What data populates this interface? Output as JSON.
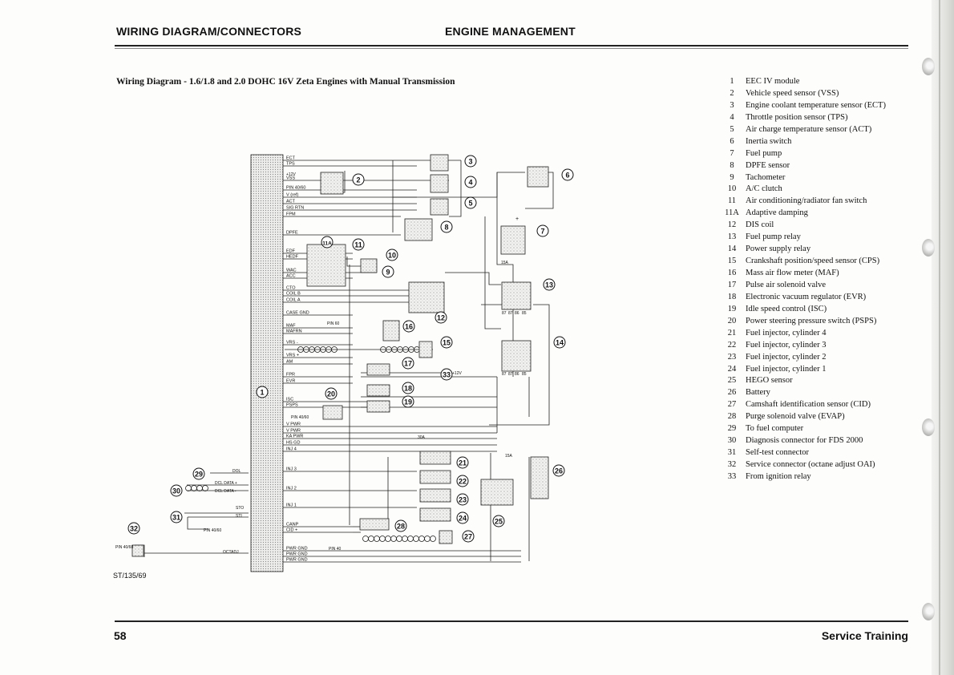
{
  "header": {
    "left": "WIRING DIAGRAM/CONNECTORS",
    "right": "ENGINE MANAGEMENT"
  },
  "diagram": {
    "title": "Wiring Diagram - 1.6/1.8 and 2.0 DOHC 16V Zeta Engines with Manual Transmission",
    "reference": "ST/135/69",
    "signal_labels": [
      "ECT",
      "TPS",
      "VSS",
      "+12V",
      "PIN 40/60",
      "V (ref)",
      "ACT",
      "SIG RTN",
      "FPM",
      "DPFE",
      "EDF",
      "HEDF",
      "WAC",
      "ACC",
      "CTO",
      "COIL B",
      "COIL A",
      "CASE GND",
      "PIN 60",
      "MAF",
      "MAFRN",
      "VRS -",
      "VRS +",
      "AM",
      "FPR",
      "EVR",
      "ISC",
      "PSPS",
      "PIN 40/60",
      "V PWR",
      "V PWR",
      "KA PWR",
      "HS GD",
      "INJ 4",
      "INJ 3",
      "INJ 2",
      "INJ 1",
      "CANP",
      "CID +",
      "PIN 40",
      "PWR GND",
      "PWR GND",
      "PWR GND",
      "DOL",
      "DCL DATA +",
      "DCL DATA -",
      "STO",
      "STI",
      "PIN 40/60",
      "OCTADJ",
      "PIN 40/60",
      "+12V",
      "15A",
      "15A",
      "30A",
      "87",
      "87",
      "86",
      "85",
      "87",
      "87",
      "86",
      "85",
      "+"
    ],
    "callouts": [
      "1",
      "2",
      "3",
      "4",
      "5",
      "6",
      "7",
      "8",
      "9",
      "10",
      "11",
      "11A",
      "12",
      "13",
      "14",
      "15",
      "16",
      "17",
      "18",
      "19",
      "20",
      "21",
      "22",
      "23",
      "24",
      "25",
      "26",
      "27",
      "28",
      "29",
      "30",
      "31",
      "32",
      "33"
    ]
  },
  "legend": [
    {
      "num": "1",
      "label": "EEC IV module"
    },
    {
      "num": "2",
      "label": "Vehicle speed sensor (VSS)"
    },
    {
      "num": "3",
      "label": "Engine coolant temperature sensor (ECT)"
    },
    {
      "num": "4",
      "label": "Throttle position sensor (TPS)"
    },
    {
      "num": "5",
      "label": "Air charge temperature sensor (ACT)"
    },
    {
      "num": "6",
      "label": "Inertia switch"
    },
    {
      "num": "7",
      "label": "Fuel pump"
    },
    {
      "num": "8",
      "label": "DPFE sensor"
    },
    {
      "num": "9",
      "label": "Tachometer"
    },
    {
      "num": "10",
      "label": "A/C clutch"
    },
    {
      "num": "11",
      "label": "Air conditioning/radiator fan switch"
    },
    {
      "num": "11A",
      "label": "Adaptive damping"
    },
    {
      "num": "12",
      "label": "DIS coil"
    },
    {
      "num": "13",
      "label": "Fuel pump relay"
    },
    {
      "num": "14",
      "label": "Power supply relay"
    },
    {
      "num": "15",
      "label": "Crankshaft position/speed sensor (CPS)"
    },
    {
      "num": "16",
      "label": "Mass air flow meter (MAF)"
    },
    {
      "num": "17",
      "label": "Pulse air solenoid valve"
    },
    {
      "num": "18",
      "label": "Electronic vacuum regulator (EVR)"
    },
    {
      "num": "19",
      "label": "Idle speed control (ISC)"
    },
    {
      "num": "20",
      "label": "Power steering pressure switch (PSPS)"
    },
    {
      "num": "21",
      "label": "Fuel injector, cylinder 4"
    },
    {
      "num": "22",
      "label": "Fuel injector, cylinder 3"
    },
    {
      "num": "23",
      "label": "Fuel injector, cylinder 2"
    },
    {
      "num": "24",
      "label": "Fuel injector, cylinder 1"
    },
    {
      "num": "25",
      "label": "HEGO sensor"
    },
    {
      "num": "26",
      "label": "Battery"
    },
    {
      "num": "27",
      "label": "Camshaft identification sensor (CID)"
    },
    {
      "num": "28",
      "label": "Purge solenoid valve (EVAP)"
    },
    {
      "num": "29",
      "label": "To fuel computer"
    },
    {
      "num": "30",
      "label": "Diagnosis connector for FDS 2000"
    },
    {
      "num": "31",
      "label": "Self-test connector"
    },
    {
      "num": "32",
      "label": "Service connector (octane adjust OAI)"
    },
    {
      "num": "33",
      "label": "From ignition relay"
    }
  ],
  "footer": {
    "page_number": "58",
    "right": "Service Training"
  }
}
